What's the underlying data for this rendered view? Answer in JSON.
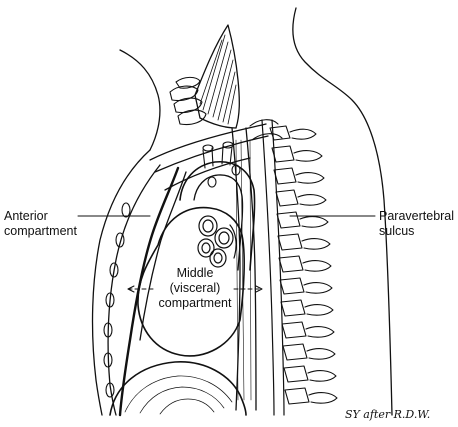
{
  "labels": {
    "anterior_line1": "Anterior",
    "anterior_line2": "compartment",
    "paravertebral_line1": "Paravertebral",
    "paravertebral_line2": "sulcus",
    "middle_line1": "Middle",
    "middle_line2": "(visceral)",
    "middle_line3": "compartment"
  },
  "signature": "SY after R.D.W."
}
